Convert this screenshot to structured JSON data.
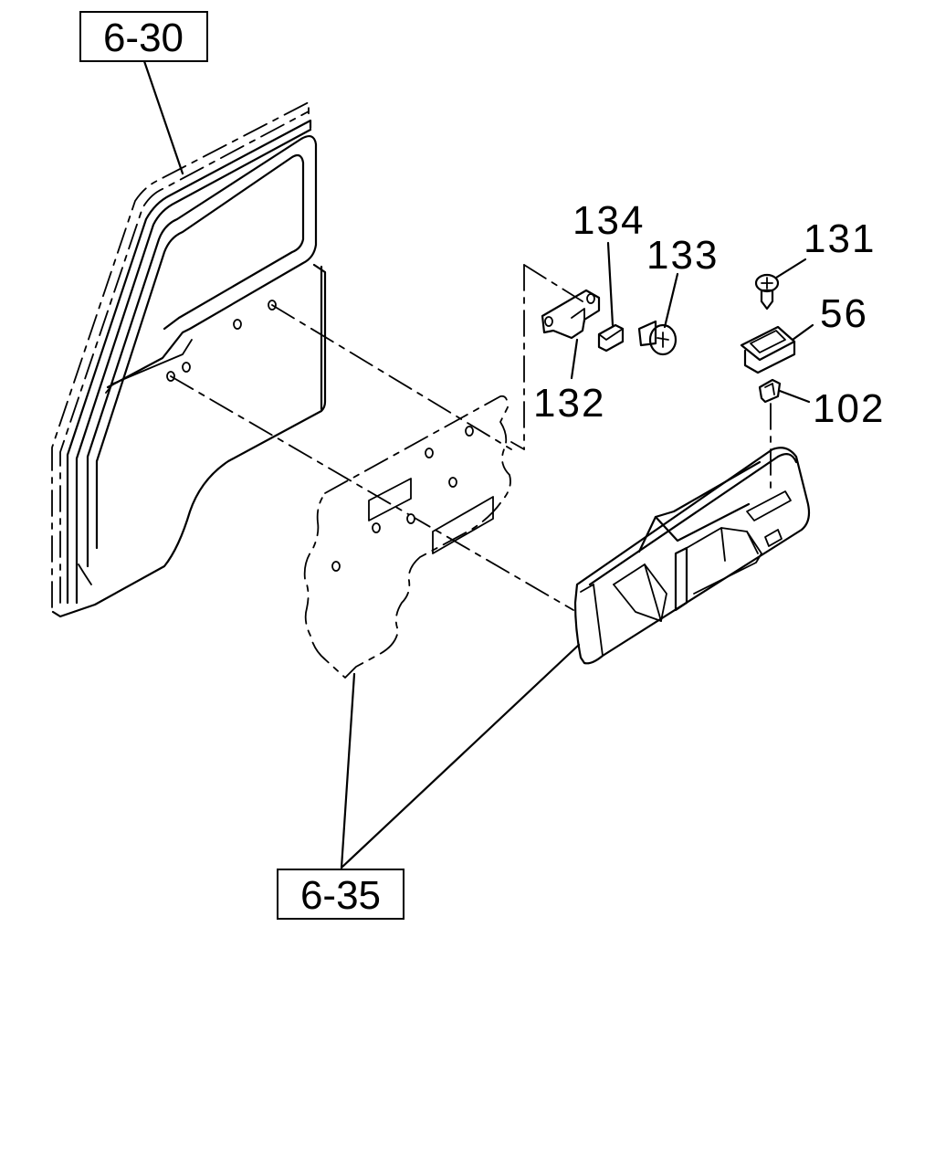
{
  "refs": {
    "top": "6-30",
    "bottom": "6-35"
  },
  "parts": [
    {
      "id": "134",
      "label": "134"
    },
    {
      "id": "133",
      "label": "133"
    },
    {
      "id": "131",
      "label": "131"
    },
    {
      "id": "56",
      "label": "56"
    },
    {
      "id": "132",
      "label": "132"
    },
    {
      "id": "102",
      "label": "102"
    }
  ]
}
